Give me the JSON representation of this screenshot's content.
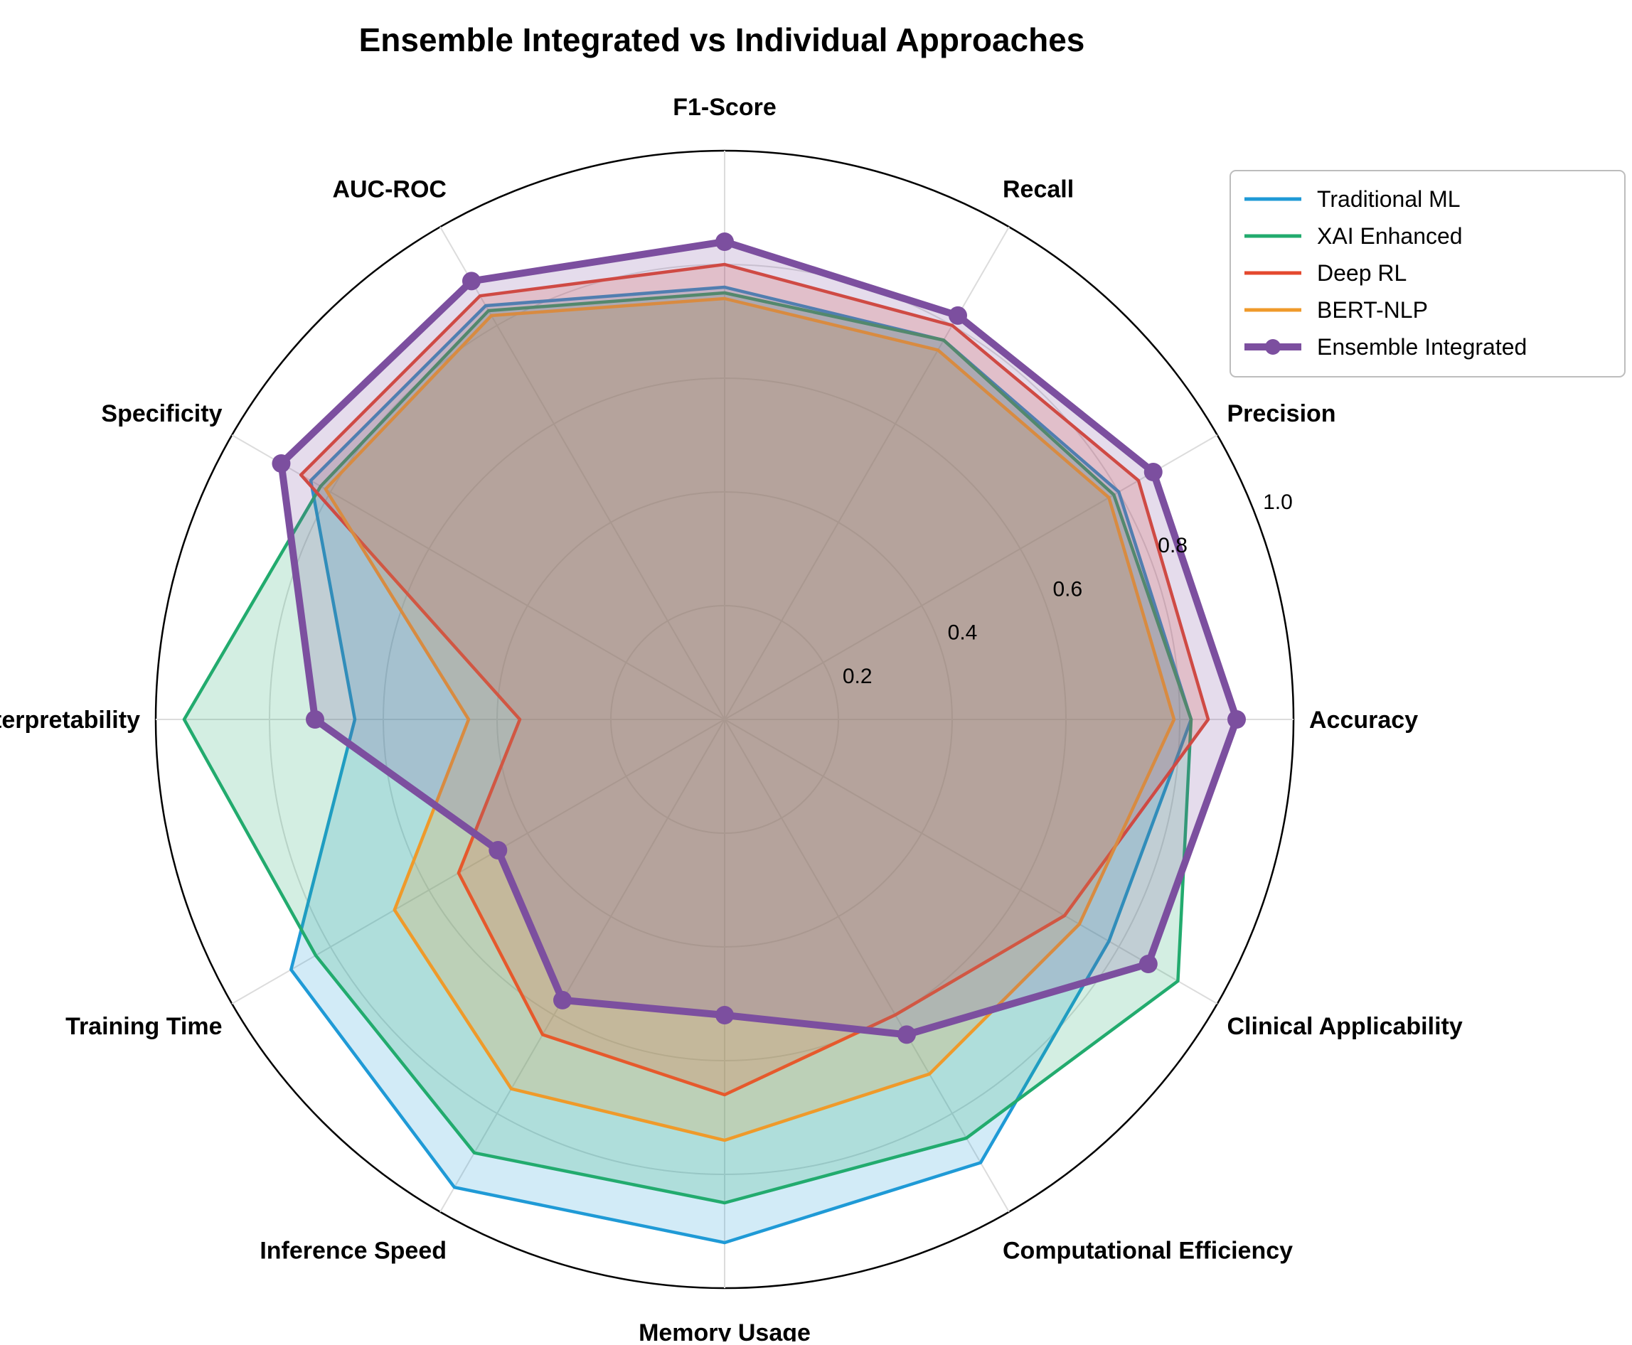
{
  "chart_data": {
    "type": "radar",
    "title": "Ensemble Integrated vs Individual Approaches",
    "axes": [
      "Accuracy",
      "Precision",
      "Recall",
      "F1-Score",
      "AUC-ROC",
      "Specificity",
      "Interpretability",
      "Training Time",
      "Inference Speed",
      "Memory Usage",
      "Computational Efficiency",
      "Clinical Applicability"
    ],
    "rlim": [
      0,
      1.0
    ],
    "r_ticks": [
      "0.2",
      "0.4",
      "0.6",
      "0.8",
      "1.0"
    ],
    "r_tick_values": [
      0.2,
      0.4,
      0.6,
      0.8,
      1.0
    ],
    "grid": true,
    "legend_position": "top-right",
    "series": [
      {
        "name": "Traditional ML",
        "color": "#1f9ad6",
        "values": [
          0.82,
          0.8,
          0.77,
          0.76,
          0.84,
          0.84,
          0.65,
          0.88,
          0.95,
          0.92,
          0.9,
          0.78
        ]
      },
      {
        "name": "XAI Enhanced",
        "color": "#22ab6e",
        "values": [
          0.82,
          0.79,
          0.77,
          0.75,
          0.83,
          0.82,
          0.95,
          0.83,
          0.88,
          0.85,
          0.85,
          0.92
        ]
      },
      {
        "name": "Deep RL",
        "color": "#e4492e",
        "values": [
          0.85,
          0.84,
          0.8,
          0.8,
          0.86,
          0.86,
          0.36,
          0.54,
          0.64,
          0.66,
          0.6,
          0.69
        ]
      },
      {
        "name": "BERT-NLP",
        "color": "#ef9a2a",
        "values": [
          0.79,
          0.78,
          0.75,
          0.74,
          0.82,
          0.81,
          0.45,
          0.67,
          0.75,
          0.74,
          0.72,
          0.72
        ]
      },
      {
        "name": "Ensemble Integrated",
        "color": "#7c4f9f",
        "values": [
          0.9,
          0.87,
          0.82,
          0.84,
          0.89,
          0.9,
          0.72,
          0.46,
          0.57,
          0.52,
          0.64,
          0.86
        ]
      }
    ]
  }
}
